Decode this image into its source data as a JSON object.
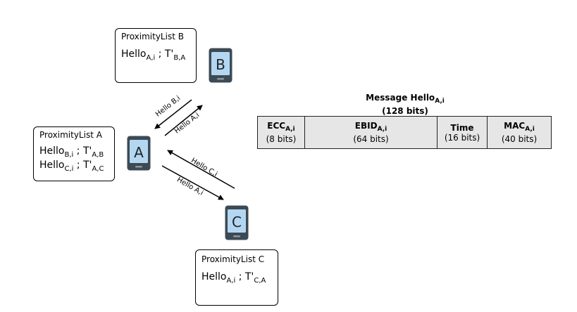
{
  "proximity_lists": {
    "b": {
      "title": "ProximityList B",
      "entries": [
        {
          "hello": "Hello",
          "hello_sub": "A,i",
          "sep": "; T'",
          "t_sub": "B,A"
        }
      ]
    },
    "a": {
      "title": "ProximityList A",
      "entries": [
        {
          "hello": "Hello",
          "hello_sub": "B,i",
          "sep": "; T'",
          "t_sub": "A,B"
        },
        {
          "hello": "Hello",
          "hello_sub": "C,i",
          "sep": "; T'",
          "t_sub": "A,C"
        }
      ]
    },
    "c": {
      "title": "ProximityList C",
      "entries": [
        {
          "hello": "Hello",
          "hello_sub": "A,i",
          "sep": "; T'",
          "t_sub": "C,A"
        }
      ]
    }
  },
  "phones": {
    "a": "A",
    "b": "B",
    "c": "C"
  },
  "arrow_labels": {
    "b_to_a": "Hello B,i",
    "a_to_b": "Hello A,i",
    "c_to_a": "Hello C,i",
    "a_to_c": "Hello A,i"
  },
  "message": {
    "title_prefix": "Message Hello",
    "title_sub": "A,i",
    "size": "(128 bits)",
    "fields": [
      {
        "name": "ECC",
        "sub": "A,i",
        "bits": "(8 bits)"
      },
      {
        "name": "EBID",
        "sub": "A,i",
        "bits": "(64 bits)"
      },
      {
        "name": "Time",
        "sub": "",
        "bits": "(16 bits)"
      },
      {
        "name": "MAC",
        "sub": "A,i",
        "bits": "(40 bits)"
      }
    ]
  },
  "colors": {
    "phone_body": "#3d4a54",
    "phone_screen": "#b3d7f2",
    "field_fill": "#e6e6e6"
  }
}
